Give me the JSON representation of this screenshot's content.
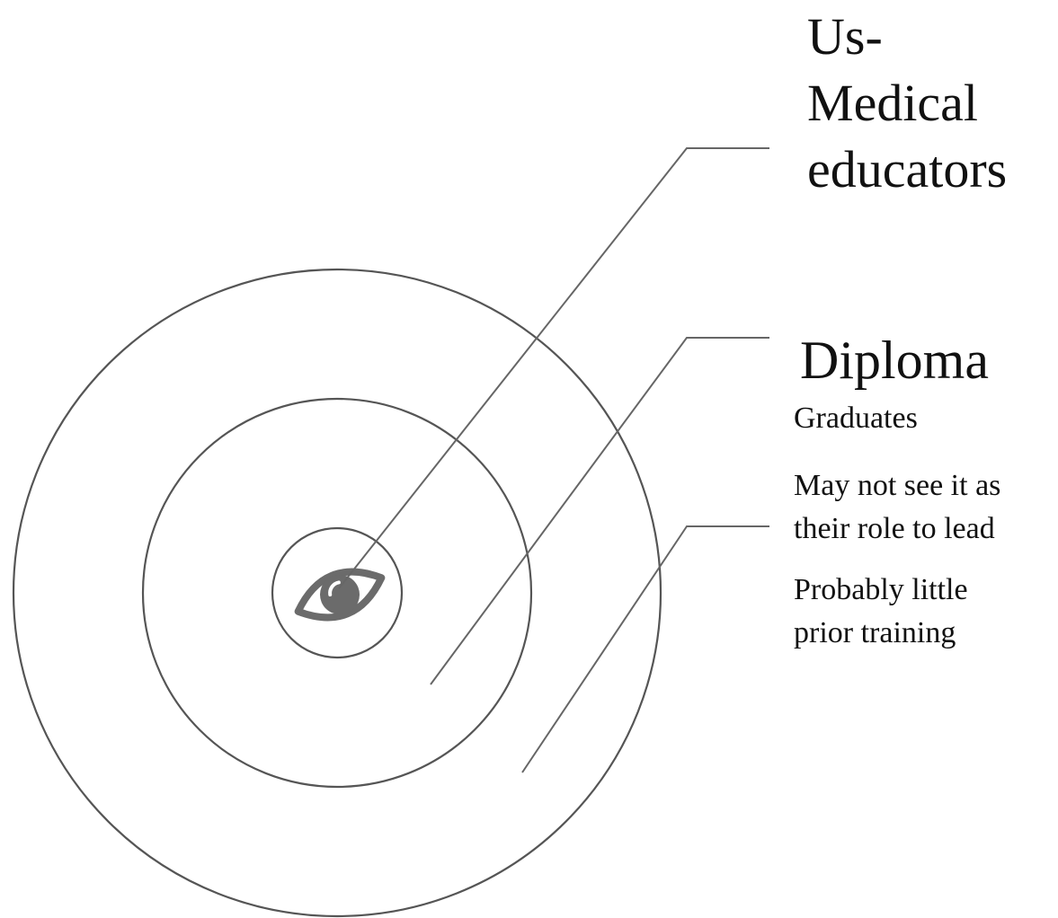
{
  "diagram": {
    "rings": [
      {
        "name": "outer-ring"
      },
      {
        "name": "middle-ring"
      },
      {
        "name": "inner-ring"
      }
    ],
    "center_icon": "eye-icon",
    "colors": {
      "stroke": "#555555",
      "icon": "#6b6b6b",
      "text": "#111111"
    }
  },
  "labels": {
    "inner": {
      "lines": [
        "Us-",
        "Medical",
        "educators"
      ]
    },
    "middle": {
      "title": "Diploma",
      "subtitle": "Graduates"
    },
    "notes": [
      {
        "lines": [
          "May not see it as",
          "their role to lead"
        ]
      },
      {
        "lines": [
          "Probably little",
          "prior training"
        ]
      }
    ]
  }
}
